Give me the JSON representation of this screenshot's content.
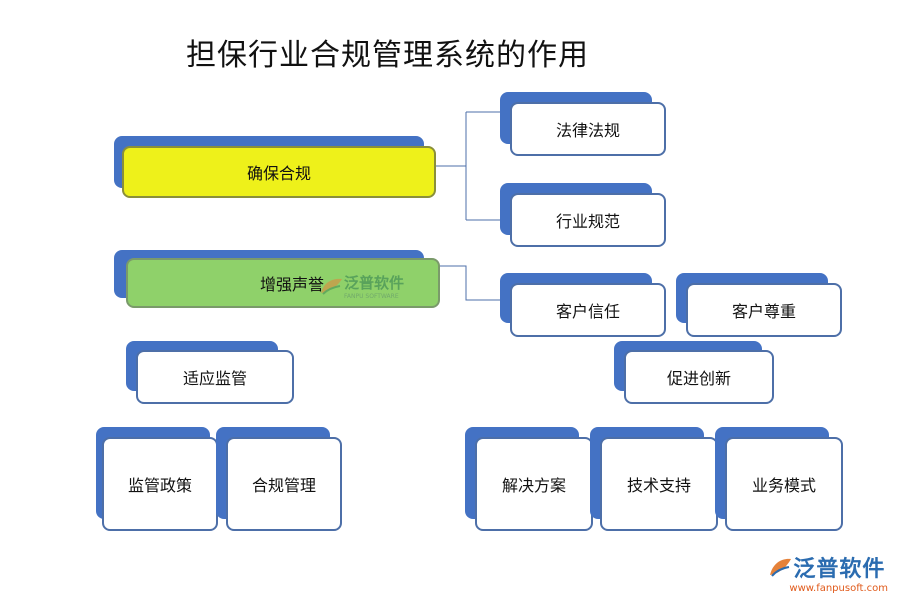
{
  "title": "担保行业合规管理系统的作用",
  "nodes": {
    "ensure_compliance": "确保合规",
    "laws_regulations": "法律法规",
    "industry_norms": "行业规范",
    "enhance_reputation": "增强声誉",
    "customer_trust": "客户信任",
    "customer_respect": "客户尊重",
    "adapt_regulation": "适应监管",
    "regulatory_policy": "监管政策",
    "compliance_management": "合规管理",
    "promote_innovation": "促进创新",
    "solutions": "解决方案",
    "tech_support": "技术支持",
    "business_model": "业务模式"
  },
  "watermark": {
    "name": "泛普软件",
    "sub": "FANPU SOFTWARE"
  },
  "brand": {
    "name": "泛普软件",
    "url": "www.fanpusoft.com"
  },
  "colors": {
    "back_blue": "#4472c4",
    "border_blue": "#4d6fa8",
    "yellow_fill": "#eef11a",
    "green_fill": "#8fd16a",
    "arrow_blue": "#4472c4"
  }
}
